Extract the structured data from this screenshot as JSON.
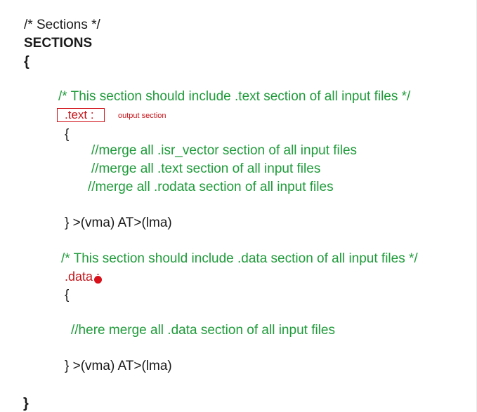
{
  "document": {
    "header_comment": "/* Sections */",
    "sections_keyword": "SECTIONS",
    "open_brace": "{",
    "close_brace": "}",
    "text_block": {
      "comment": "/* This section should include .text section of all input files */",
      "label": ".text :",
      "annotation": "output section",
      "open_brace": "{",
      "lines": [
        "//merge all .isr_vector section of all input files",
        "//merge all .text section of all input files",
        "//merge all .rodata section of all input files"
      ],
      "close": "} >(vma) AT>(lma)"
    },
    "data_block": {
      "comment": "/* This section should include .data section of all input files */",
      "label": ".data :",
      "open_brace": "{",
      "lines": [
        "//here merge all .data section of all input files"
      ],
      "close": "} >(vma) AT>(lma)"
    }
  },
  "colors": {
    "comment": "#1f9b3a",
    "annotation": "#c4141a",
    "highlight_box": "#d1141b",
    "pointer_dot": "#d8111b",
    "text": "#1b1b1b"
  }
}
